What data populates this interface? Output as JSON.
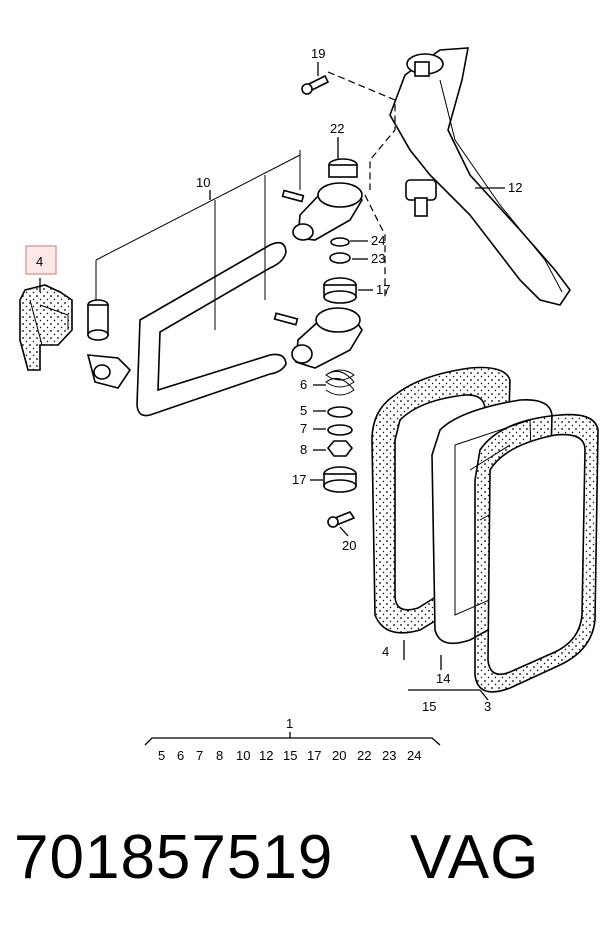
{
  "diagram": {
    "highlight_color": "#e0a0a0",
    "callouts": [
      {
        "id": "c19",
        "text": "19"
      },
      {
        "id": "c22",
        "text": "22"
      },
      {
        "id": "c10",
        "text": "10"
      },
      {
        "id": "c12",
        "text": "12"
      },
      {
        "id": "c4",
        "text": "4"
      },
      {
        "id": "c24",
        "text": "24"
      },
      {
        "id": "c23",
        "text": "23"
      },
      {
        "id": "c17a",
        "text": "17"
      },
      {
        "id": "c6",
        "text": "6"
      },
      {
        "id": "c5",
        "text": "5"
      },
      {
        "id": "c7",
        "text": "7"
      },
      {
        "id": "c8",
        "text": "8"
      },
      {
        "id": "c17b",
        "text": "17"
      },
      {
        "id": "c20",
        "text": "20"
      },
      {
        "id": "c4b",
        "text": "4"
      },
      {
        "id": "c14",
        "text": "14"
      },
      {
        "id": "c15",
        "text": "15"
      },
      {
        "id": "c3",
        "text": "3"
      },
      {
        "id": "c1",
        "text": "1"
      }
    ],
    "kit_contents": [
      "5",
      "6",
      "7",
      "8",
      "10",
      "12",
      "15",
      "17",
      "20",
      "22",
      "23",
      "24"
    ]
  },
  "footer": {
    "part_number": "701857519",
    "brand": "VAG"
  }
}
